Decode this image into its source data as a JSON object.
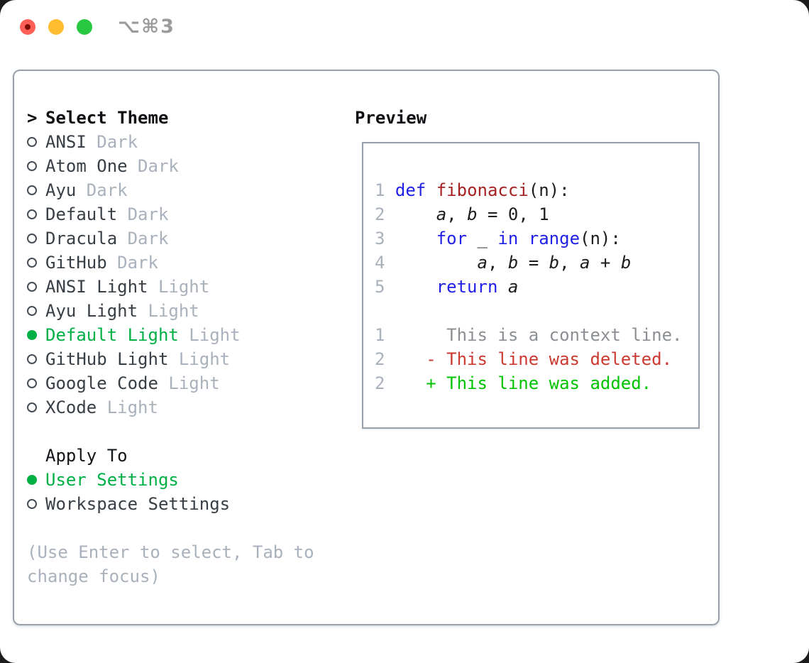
{
  "window": {
    "title_shortcut": "⌥⌘3",
    "controls": [
      {
        "name": "close",
        "color": "#ff5f57",
        "has_unsaved_dot": true
      },
      {
        "name": "minimize",
        "color": "#febc2e"
      },
      {
        "name": "zoom",
        "color": "#28c840"
      }
    ]
  },
  "theme_picker": {
    "prompt": ">",
    "title": "Select Theme",
    "themes": [
      {
        "label": "ANSI",
        "badge": "Dark",
        "selected": false
      },
      {
        "label": "Atom One",
        "badge": "Dark",
        "selected": false
      },
      {
        "label": "Ayu",
        "badge": "Dark",
        "selected": false
      },
      {
        "label": "Default",
        "badge": "Dark",
        "selected": false
      },
      {
        "label": "Dracula",
        "badge": "Dark",
        "selected": false
      },
      {
        "label": "GitHub",
        "badge": "Dark",
        "selected": false
      },
      {
        "label": "ANSI Light",
        "badge": "Light",
        "selected": false
      },
      {
        "label": "Ayu Light",
        "badge": "Light",
        "selected": false
      },
      {
        "label": "Default Light",
        "badge": "Light",
        "selected": true
      },
      {
        "label": "GitHub Light",
        "badge": "Light",
        "selected": false
      },
      {
        "label": "Google Code",
        "badge": "Light",
        "selected": false
      },
      {
        "label": "XCode",
        "badge": "Light",
        "selected": false
      }
    ],
    "apply_to": {
      "title": "Apply To",
      "options": [
        {
          "label": "User Settings",
          "selected": true
        },
        {
          "label": "Workspace Settings",
          "selected": false
        }
      ]
    },
    "help_lines": [
      "(Use Enter to select, Tab to",
      "change focus)"
    ]
  },
  "preview": {
    "title": "Preview",
    "code_lines": [
      [
        {
          "t": "1 ",
          "s": "num"
        },
        {
          "t": "def",
          "s": "kw"
        },
        {
          "t": " ",
          "s": "pl"
        },
        {
          "t": "fibonacci",
          "s": "fn"
        },
        {
          "t": "(n):",
          "s": "pl"
        }
      ],
      [
        {
          "t": "2 ",
          "s": "num"
        },
        {
          "t": "    ",
          "s": "pl"
        },
        {
          "t": "a",
          "s": "var"
        },
        {
          "t": ", ",
          "s": "pl"
        },
        {
          "t": "b",
          "s": "var"
        },
        {
          "t": " = 0, 1",
          "s": "pl"
        }
      ],
      [
        {
          "t": "3 ",
          "s": "num"
        },
        {
          "t": "    ",
          "s": "pl"
        },
        {
          "t": "for",
          "s": "kw"
        },
        {
          "t": " _ ",
          "s": "pl"
        },
        {
          "t": "in",
          "s": "kw"
        },
        {
          "t": " ",
          "s": "pl"
        },
        {
          "t": "range",
          "s": "kw"
        },
        {
          "t": "(n):",
          "s": "pl"
        }
      ],
      [
        {
          "t": "4 ",
          "s": "num"
        },
        {
          "t": "        ",
          "s": "pl"
        },
        {
          "t": "a",
          "s": "var"
        },
        {
          "t": ", ",
          "s": "pl"
        },
        {
          "t": "b",
          "s": "var"
        },
        {
          "t": " = ",
          "s": "pl"
        },
        {
          "t": "b",
          "s": "var"
        },
        {
          "t": ", ",
          "s": "pl"
        },
        {
          "t": "a",
          "s": "var"
        },
        {
          "t": " + ",
          "s": "pl"
        },
        {
          "t": "b",
          "s": "var"
        }
      ],
      [
        {
          "t": "5 ",
          "s": "num"
        },
        {
          "t": "    ",
          "s": "pl"
        },
        {
          "t": "return",
          "s": "kw"
        },
        {
          "t": " ",
          "s": "pl"
        },
        {
          "t": "a",
          "s": "var"
        }
      ],
      [],
      [
        {
          "t": "1",
          "s": "num"
        },
        {
          "t": "      This is a context line.",
          "s": "ctx"
        }
      ],
      [
        {
          "t": "2",
          "s": "num"
        },
        {
          "t": "    ",
          "s": "pl"
        },
        {
          "t": "- This line was deleted.",
          "s": "del"
        }
      ],
      [
        {
          "t": "2",
          "s": "num"
        },
        {
          "t": "    ",
          "s": "pl"
        },
        {
          "t": "+ This line was added.",
          "s": "add"
        }
      ]
    ]
  },
  "colors": {
    "selection_green": "#00b044",
    "added_green": "#00c400",
    "deleted_red": "#cb3a30",
    "keyword_blue": "#1f1fe8",
    "function_red": "#a62222",
    "muted_gray": "#a9b1bd",
    "context_gray": "#8b8f93",
    "border_gray": "#98a0aa",
    "traffic_red": "#ff5f57",
    "traffic_yellow": "#febc2e",
    "traffic_green": "#28c840"
  }
}
